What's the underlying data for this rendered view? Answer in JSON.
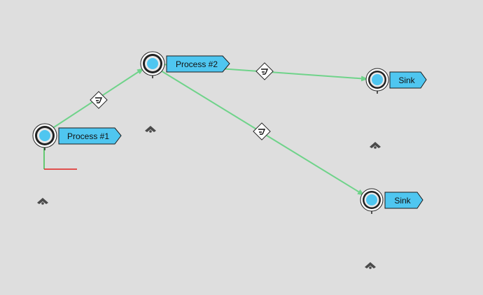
{
  "canvas": {
    "background": "#dedede",
    "connector_color": "#6fd38a",
    "node_fill": "#4fc6f0",
    "label_fill": "#4fc6f0",
    "label_stroke": "#1a1a1a"
  },
  "nodes": [
    {
      "id": "process-1",
      "label": "Process #1",
      "icon": "server-node-icon"
    },
    {
      "id": "process-2",
      "label": "Process #2",
      "icon": "server-node-icon"
    },
    {
      "id": "sink-1",
      "label": "Sink",
      "icon": "server-node-icon"
    },
    {
      "id": "sink-2",
      "label": "Sink",
      "icon": "server-node-icon"
    }
  ],
  "connectors": [
    {
      "from": "process-1",
      "to": "process-2",
      "icon": "route-link-icon"
    },
    {
      "from": "process-2",
      "to": "sink-1",
      "icon": "route-link-icon"
    },
    {
      "from": "process-2",
      "to": "sink-2",
      "icon": "route-link-icon"
    }
  ],
  "markers": [
    {
      "icon": "chevron-up-icon"
    },
    {
      "icon": "chevron-up-icon"
    },
    {
      "icon": "chevron-up-icon"
    },
    {
      "icon": "chevron-up-icon"
    }
  ],
  "axes": {
    "x_color": "#e0201e",
    "y_color": "#3cc24e"
  }
}
